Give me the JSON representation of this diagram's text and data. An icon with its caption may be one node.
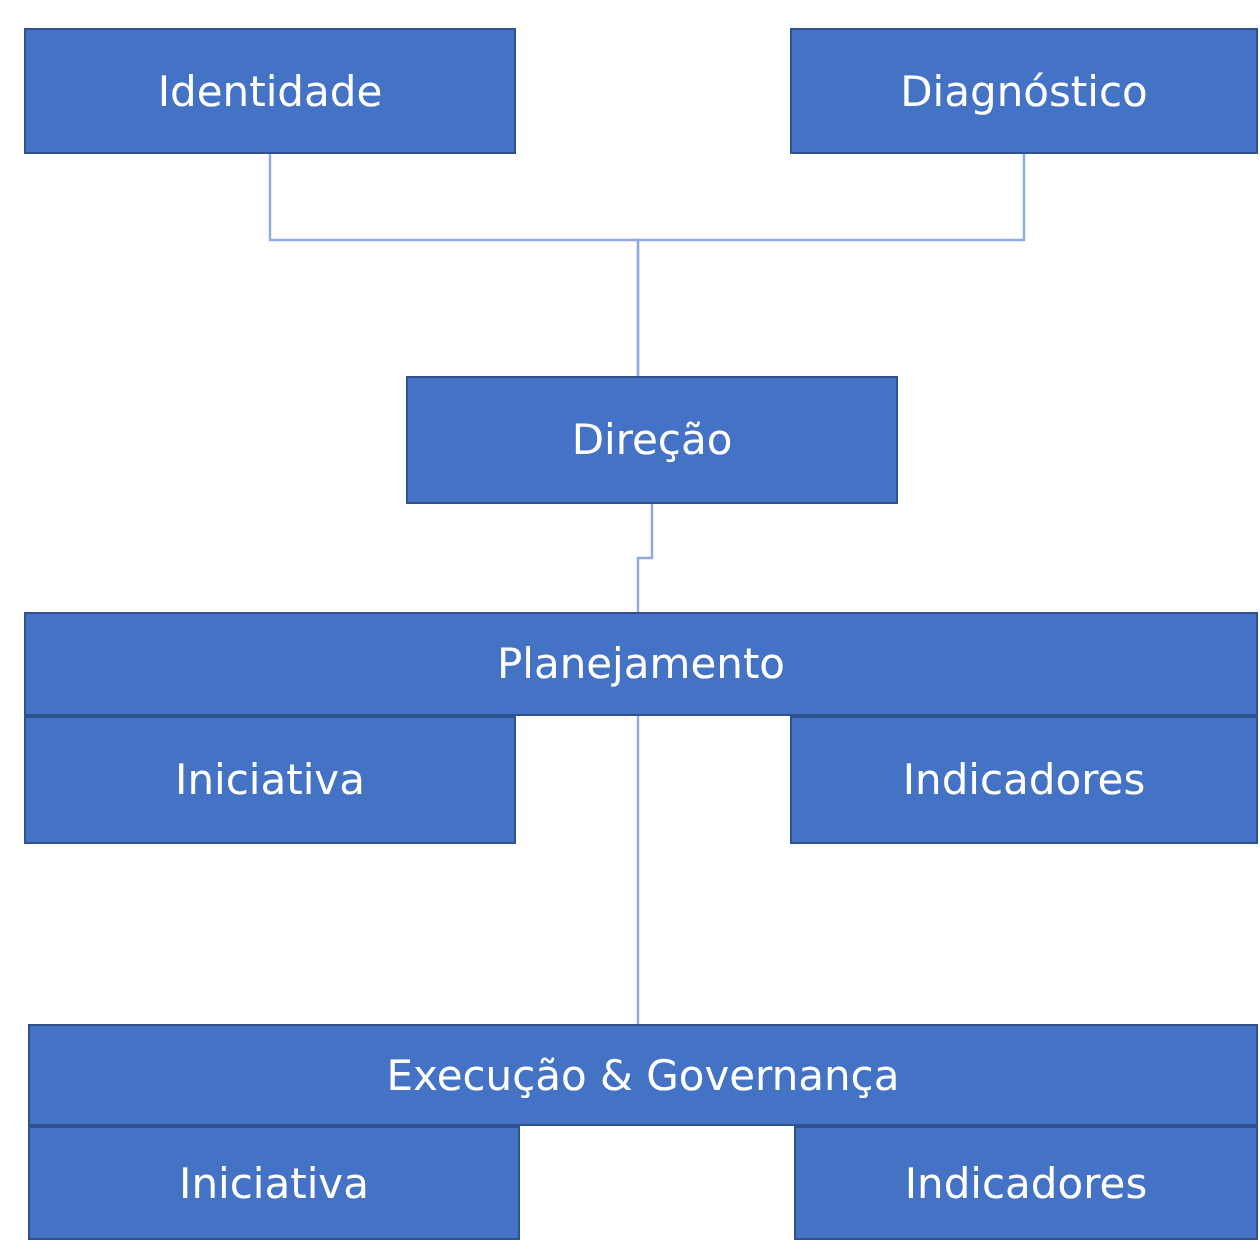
{
  "diagram": {
    "nodes": [
      {
        "text": [
          "Identidade"
        ]
      },
      {
        "text": [
          "Diagnóstico"
        ]
      },
      {
        "text": [
          "Direção"
        ]
      },
      {
        "text": [
          "Planejamento"
        ]
      },
      {
        "text": [
          "Iniciativa"
        ]
      },
      {
        "text": [
          "Indicadores"
        ]
      },
      {
        "text": [
          "Execução & Governança"
        ]
      },
      {
        "text": [
          "Iniciativa"
        ]
      },
      {
        "text": [
          "Indicadores"
        ]
      }
    ],
    "edges": [
      {
        "from": 0,
        "to": 2,
        "arrow": "none"
      },
      {
        "from": 1,
        "to": 2,
        "arrow": "none"
      },
      {
        "from": 2,
        "to": 3,
        "arrow": "none"
      },
      {
        "from": 3,
        "to": 6,
        "arrow": "none"
      }
    ]
  }
}
